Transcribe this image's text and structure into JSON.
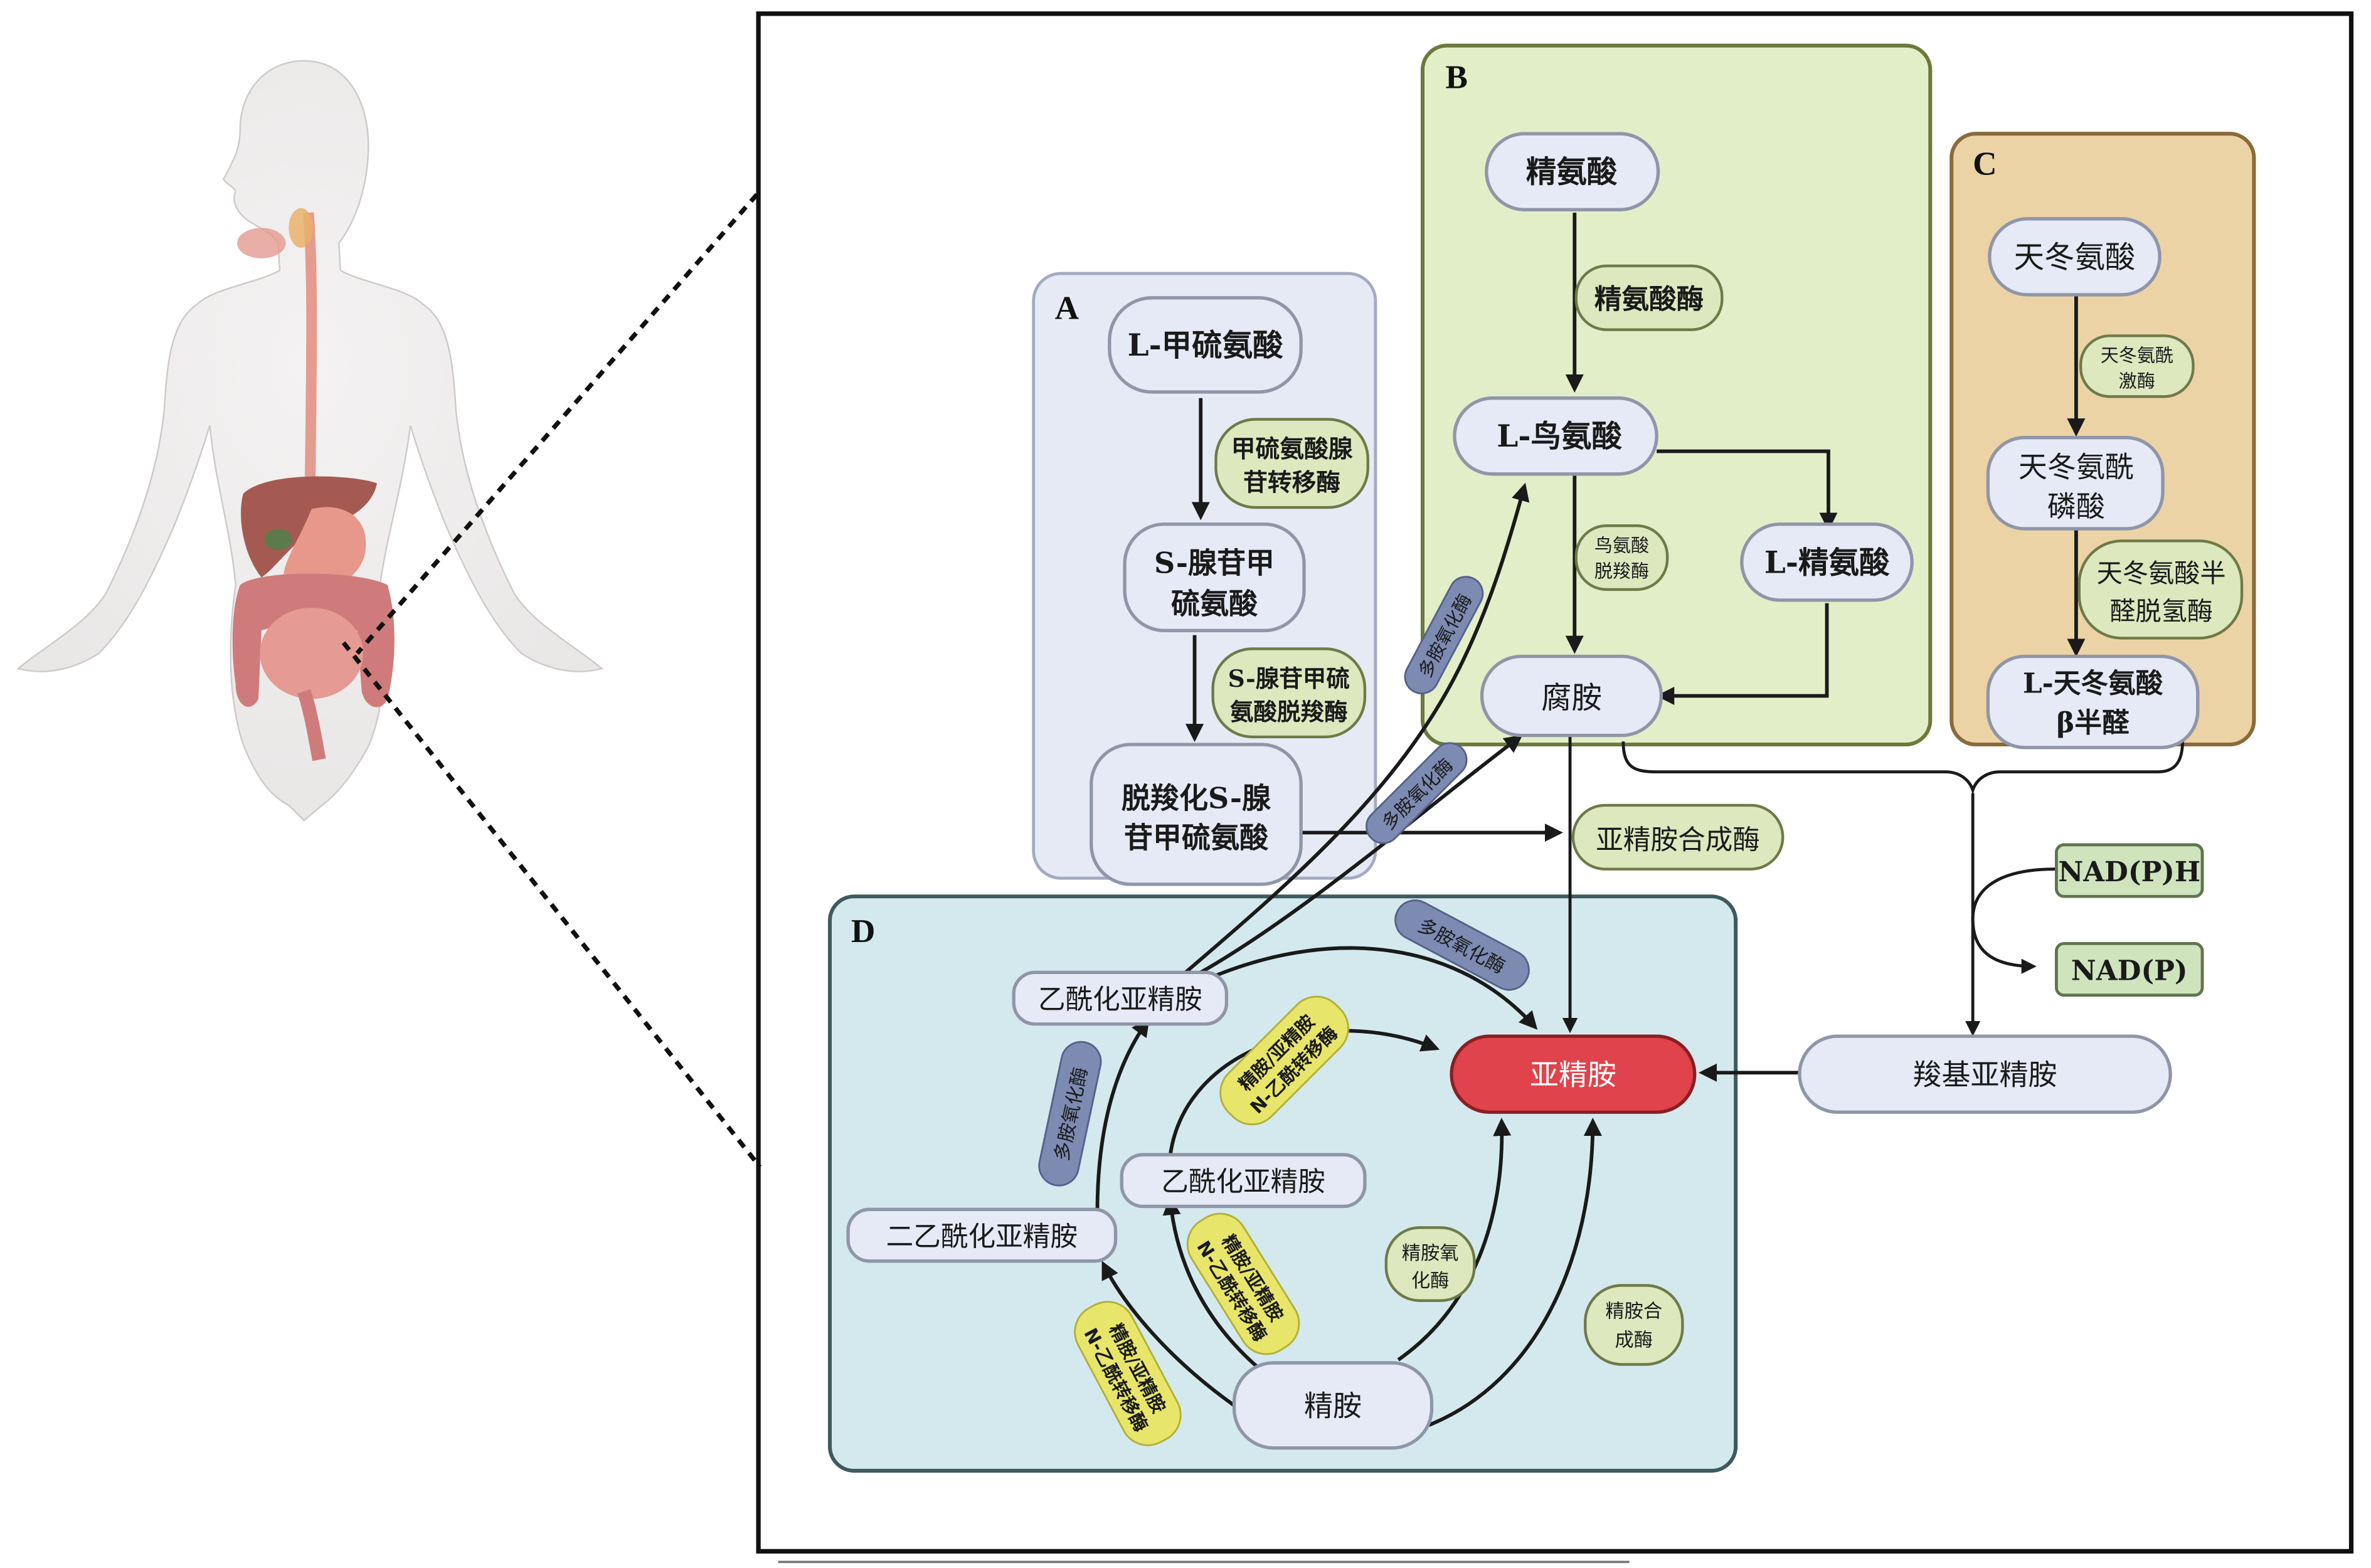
{
  "figure": {
    "description_hidden": "",
    "panels": {
      "A": {
        "letter": "A",
        "nodes": [
          "L-甲硫氨酸",
          "S-腺苷甲",
          "硫氨酸",
          "脱羧化S-腺",
          "苷甲硫氨酸"
        ],
        "enzymes": [
          [
            "甲硫氨酸腺",
            "苷转移酶"
          ],
          [
            "S-腺苷甲硫",
            "氨酸脱羧酶"
          ]
        ]
      },
      "B": {
        "letter": "B",
        "nodes": {
          "arginine": "精氨酸",
          "ornithine": "L-鸟氨酸",
          "l_arginine": "L-精氨酸",
          "putrescine": "腐胺"
        },
        "enzymes": {
          "arginase": "精氨酸酶",
          "odc_line1": "鸟氨酸",
          "odc_line2": "脱羧酶"
        }
      },
      "C": {
        "letter": "C",
        "nodes": {
          "aspartate": "天冬氨酸",
          "aspartyl_p_line1": "天冬氨酰",
          "aspartyl_p_line2": "磷酸",
          "semialdehyde_line1": "L-天冬氨酸",
          "semialdehyde_line2": "β半醛"
        },
        "enzymes": {
          "kinase_line1": "天冬氨酰",
          "kinase_line2": "激酶",
          "dehydrogenase_line1": "天冬氨酸半",
          "dehydrogenase_line2": "醛脱氢酶"
        }
      },
      "D": {
        "letter": "D",
        "nodes": {
          "acetyl_spermidine_top": "乙酰化亚精胺",
          "acetyl_spermidine_mid": "乙酰化亚精胺",
          "diacetyl_spermidine": "二乙酰化亚精胺",
          "spermine": "精胺"
        },
        "enzymes": {
          "pao_1": "多胺氧化酶",
          "pao_2": "多胺氧化酶",
          "ssat_1_line1": "精胺/亚精胺",
          "ssat_1_line2": "N-乙酰转移酶",
          "ssat_2_line1": "精胺/亚精胺",
          "ssat_2_line2": "N-乙酰转移酶",
          "ssat_3_line1": "精胺/亚精胺",
          "ssat_3_line2": "N-乙酰转移酶",
          "smo_line1": "精胺氧",
          "smo_line2": "化酶",
          "sms_line1": "精胺合",
          "sms_line2": "成酶"
        }
      }
    },
    "shared": {
      "spermidine": "亚精胺",
      "spermidine_synthase": "亚精胺合成酶",
      "pao_cross_1": "多胺氧化酶",
      "pao_cross_2": "多胺氧化酶",
      "carboxyspermidine": "羧基亚精胺",
      "nadph": "NAD(P)H",
      "nadp": "NAD(P)"
    },
    "colors": {
      "panel_A": "#e6eaf5",
      "panel_B": "#e2eec8",
      "panel_C": "#ecd3a6",
      "panel_D": "#d4e9ee",
      "spermidine_highlight": "#e0434b",
      "enzyme_green": "#dde8bf",
      "enzyme_blue": "#7d8bb3",
      "enzyme_yellow": "#e8e66a"
    }
  }
}
